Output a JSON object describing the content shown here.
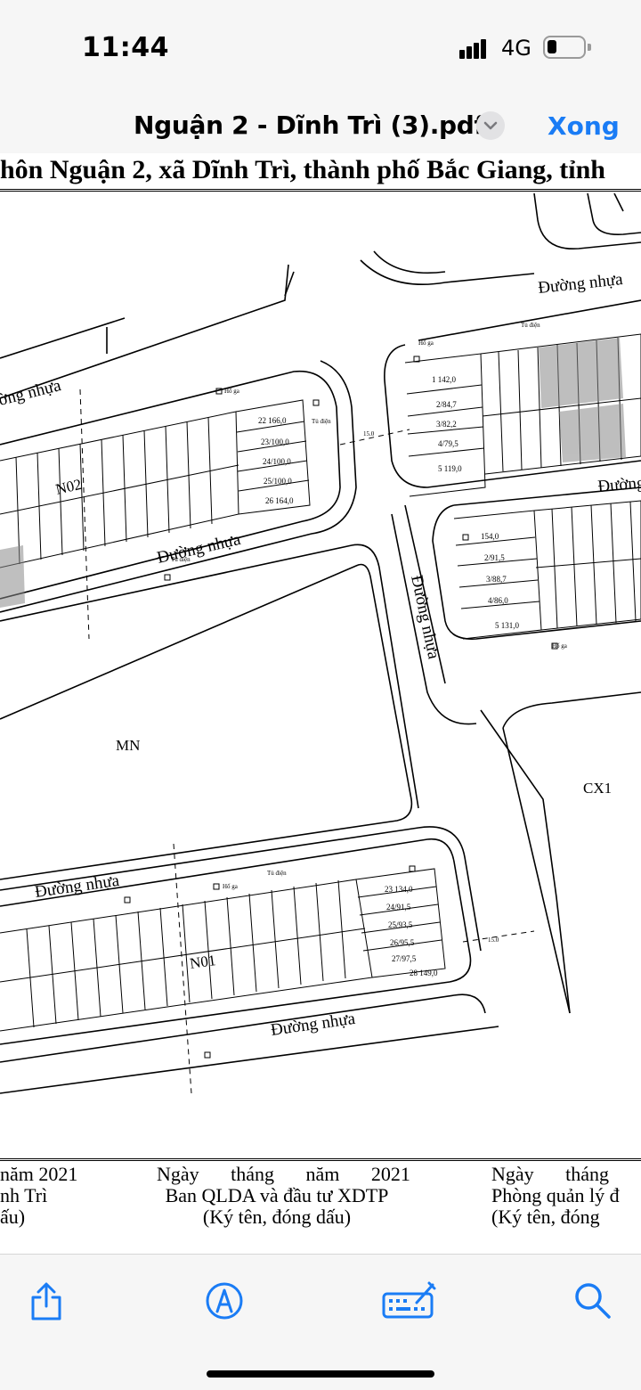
{
  "status": {
    "time": "11:44",
    "network": "4G"
  },
  "nav": {
    "title": "Nguận 2 - Dĩnh Trì (3).pdf",
    "done": "Xong"
  },
  "document": {
    "header": "hôn Nguận 2, xã Dĩnh Trì, thành phố Bắc Giang, tỉnh",
    "map_labels": {
      "road_nw": "ờng nhựa",
      "road_ne": "Đường nhựa",
      "road_n02_s": "Đường nhựa",
      "road_mid_e": "Đường",
      "road_vertical": "Đường nhựa",
      "road_s_top": "Đường nhựa",
      "road_s_bottom": "Đường nhựa",
      "block_n02": "N02",
      "block_n01": "N01",
      "area_mn": "MN",
      "area_cx1": "CX1",
      "manhole": "Hố ga",
      "electric": "Tủ điện",
      "dim_15": "15.0"
    },
    "lots": {
      "n02_right": [
        "22\n166,0",
        "23/100,0",
        "24/100,0",
        "25/100,0",
        "26\n164,0"
      ],
      "ne_left": [
        "1\n142,0",
        "2/84,7",
        "3/82,2",
        "4/79,5",
        "5\n119,0"
      ],
      "e_left": [
        "154,0",
        "2/91,5",
        "3/88,7",
        "4/86,0",
        "5\n131,0"
      ],
      "n01_right": [
        "23\n134,0",
        "24/91,5",
        "25/93,5",
        "26/95,5",
        "27/97,5",
        "28\n149,0"
      ]
    },
    "signatures": {
      "left": [
        "năm 2021",
        "nh Trì",
        "ấu)"
      ],
      "center": [
        "Ngày tháng năm 2021",
        "Ban QLDA và đầu tư XDTP",
        "(Ký tên, đóng dấu)"
      ],
      "right": [
        "Ngày tháng",
        "Phòng quản lý đ",
        "(Ký tên, đóng"
      ]
    }
  },
  "toolbar": {
    "items": [
      "share-icon",
      "markup-icon",
      "annotate-keyboard-icon",
      "search-icon"
    ],
    "accent": "#1a7cf5"
  }
}
